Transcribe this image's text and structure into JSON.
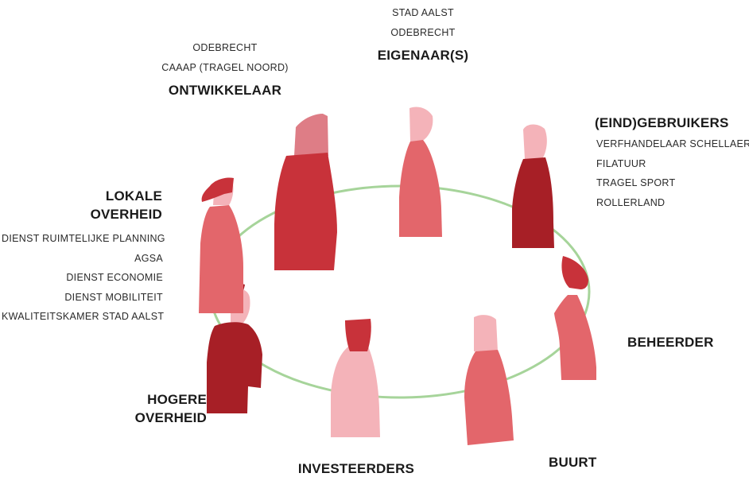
{
  "colors": {
    "ring": "#a6d49a",
    "dark_red": "#a71f26",
    "red": "#c8323a",
    "coral": "#e3666b",
    "pink": "#f4b3b9",
    "rose": "#de7d86"
  },
  "groups": {
    "eigenaars": {
      "title": "EIGENAAR(S)",
      "items": [
        "STAD AALST",
        "ODEBRECHT"
      ]
    },
    "ontwikkelaar": {
      "title": "ONTWIKKELAAR",
      "items": [
        "ODEBRECHT",
        "CAAAP (TRAGEL NOORD)"
      ]
    },
    "eindgebruikers": {
      "title": "(EIND)GEBRUIKERS",
      "items": [
        "VERFHANDELAAR SCHELLAERT",
        "FILATUUR",
        "TRAGEL SPORT",
        "ROLLERLAND"
      ]
    },
    "lokale_overheid": {
      "title_line1": "LOKALE",
      "title_line2": "OVERHEID",
      "items": [
        "DIENST RUIMTELIJKE PLANNING",
        "AGSA",
        "DIENST ECONOMIE",
        "DIENST MOBILITEIT",
        "KWALITEITSKAMER STAD AALST"
      ]
    },
    "beheerder": {
      "title": "BEHEERDER"
    },
    "hogere_overheid": {
      "title_line1": "HOGERE",
      "title_line2": "OVERHEID"
    },
    "investeerders": {
      "title": "INVESTEERDERS"
    },
    "buurt": {
      "title": "BUURT"
    }
  }
}
